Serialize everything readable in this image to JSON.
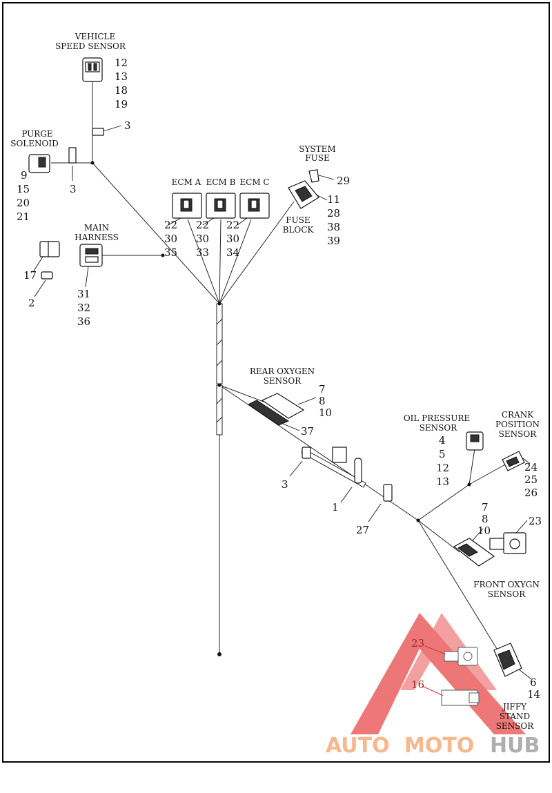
{
  "labels": {
    "vehicle_speed_sensor": [
      "VEHICLE",
      "SPEED SENSOR"
    ],
    "purge_solenoid": [
      "PURGE",
      "SOLENOID"
    ],
    "main_harness": [
      "MAIN",
      "HARNESS"
    ],
    "system_fuse": [
      "SYSTEM",
      "FUSE"
    ],
    "fuse_block": [
      "FUSE",
      "BLOCK"
    ],
    "ecm_a": "ECM A",
    "ecm_b": "ECM B",
    "ecm_c": "ECM C",
    "rear_oxygen_sensor": [
      "REAR OXYGEN",
      "SENSOR"
    ],
    "oil_pressure_sensor": [
      "OIL PRESSURE",
      "SENSOR"
    ],
    "crank_position_sensor": [
      "CRANK",
      "POSITION",
      "SENSOR"
    ],
    "front_oxygen_sensor": [
      "FRONT OXYGN",
      "SENSOR"
    ],
    "jiffy_stand_sensor": [
      "JIFFY",
      "STAND",
      "SENSOR"
    ]
  },
  "callouts": {
    "vss": [
      "12",
      "13",
      "18",
      "19"
    ],
    "vss_clip": "3",
    "purge": [
      "9",
      "15",
      "20",
      "21"
    ],
    "purge_clip": "3",
    "loose_connector": "17",
    "loose_terminal": "2",
    "main_harness": [
      "31",
      "32",
      "36"
    ],
    "ecm_a": [
      "22",
      "30",
      "35"
    ],
    "ecm_b": [
      "22",
      "30",
      "33"
    ],
    "ecm_c": [
      "22",
      "30",
      "34"
    ],
    "system_fuse": "29",
    "fuse_block": [
      "11",
      "28",
      "38",
      "39"
    ],
    "rear_o2": [
      "7",
      "8",
      "10"
    ],
    "rear_o2_clip": "37",
    "mid_clip": "3",
    "harness_clip": "1",
    "crank_clip": "27",
    "oil_pressure": [
      "4",
      "5",
      "12",
      "13"
    ],
    "crank": [
      "24",
      "25",
      "26"
    ],
    "front_o2": [
      "7",
      "8",
      "10"
    ],
    "front_o2_bracket": "23",
    "jiffy": [
      "6",
      "14"
    ],
    "inset_bracket": "23",
    "inset_connector": "16"
  },
  "watermark": {
    "brand_parts": [
      "AUTO",
      "MOTO",
      "HUB"
    ],
    "colors": {
      "auto": "#f4b183",
      "moto": "#f4b183",
      "hub": "#a6a6a6",
      "triangle": "#e84a4a"
    }
  }
}
